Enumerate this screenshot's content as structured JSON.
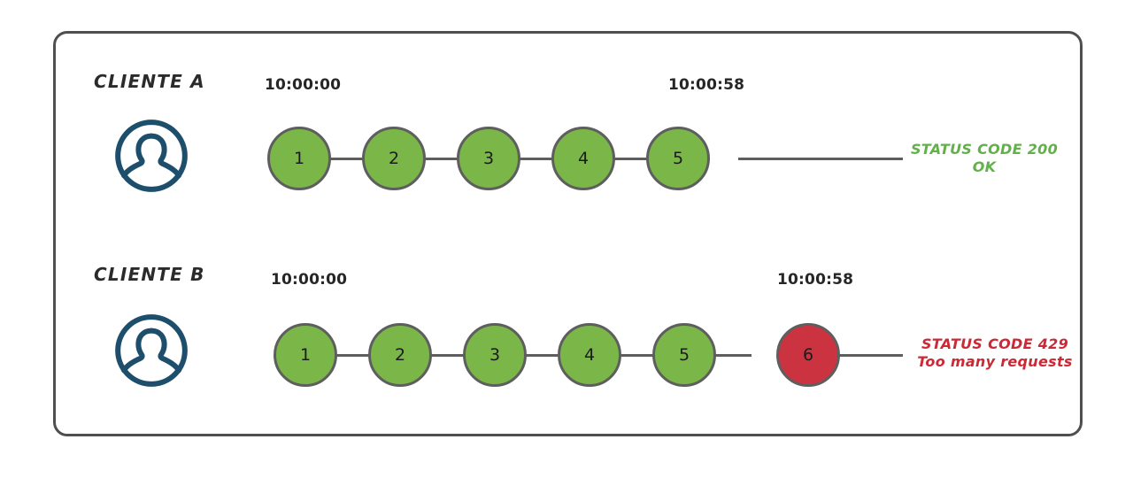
{
  "diagram": {
    "type": "rate-limit-sequence",
    "frame_color": "#4f4f4f",
    "colors": {
      "ok": "#7ab648",
      "error": "#cc3340",
      "node_border": "#5e5e5e",
      "avatar": "#1d4e6b",
      "status_ok_text": "#62b04a",
      "status_err_text": "#cc2936"
    },
    "rows": [
      {
        "id": "cliente-a",
        "label": "CLIENTE A",
        "avatar_icon": "user-avatar-icon",
        "time_start": "10:00:00",
        "time_end": "10:00:58",
        "nodes": [
          {
            "n": "1",
            "state": "ok"
          },
          {
            "n": "2",
            "state": "ok"
          },
          {
            "n": "3",
            "state": "ok"
          },
          {
            "n": "4",
            "state": "ok"
          },
          {
            "n": "5",
            "state": "ok"
          }
        ],
        "status": {
          "line1": "STATUS CODE 200",
          "line2": "OK",
          "state": "ok"
        }
      },
      {
        "id": "cliente-b",
        "label": "CLIENTE B",
        "avatar_icon": "user-avatar-icon",
        "time_start": "10:00:00",
        "time_end": "10:00:58",
        "nodes": [
          {
            "n": "1",
            "state": "ok"
          },
          {
            "n": "2",
            "state": "ok"
          },
          {
            "n": "3",
            "state": "ok"
          },
          {
            "n": "4",
            "state": "ok"
          },
          {
            "n": "5",
            "state": "ok"
          },
          {
            "n": "6",
            "state": "error"
          }
        ],
        "status": {
          "line1": "STATUS CODE 429",
          "line2": "Too many requests",
          "state": "error"
        }
      }
    ]
  }
}
